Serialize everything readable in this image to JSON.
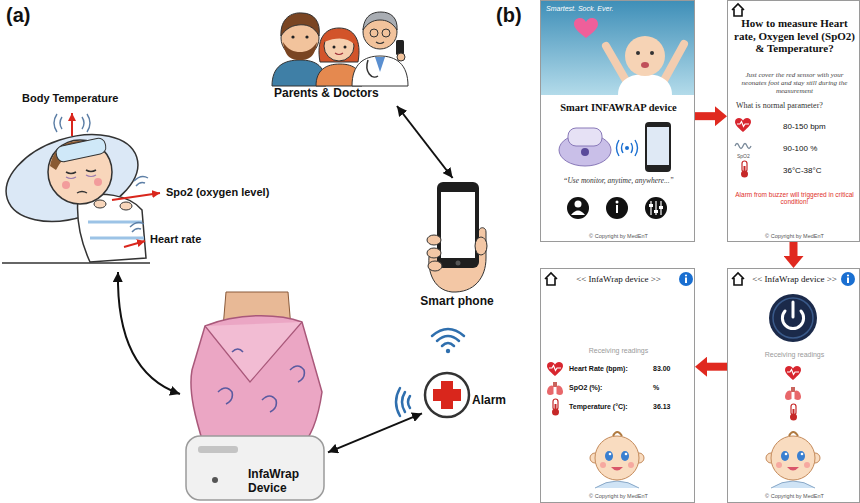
{
  "diagram": {
    "nodes": [
      {
        "text": [
          "Parents & Doctors"
        ]
      },
      {
        "text": [
          "Smart phone"
        ]
      },
      {
        "text": [
          "Alarm"
        ]
      },
      {
        "text": [
          "InfaWrap Device"
        ]
      },
      {
        "text": [
          "Smartest. Sock. Ever.",
          "Smart INFAWRAP device",
          "“Use monitor, anytime, anywhere...”",
          "© Copyright by MedEnT"
        ]
      },
      {
        "text": [
          "How to measure Heart rate, Oxygen level (SpO2) & Temperature?",
          "Just cover the red sensor with your neonates foot and stay still during the measurement",
          "What is normal parameter?",
          "80-150 bpm",
          "SpO2",
          "90-100 %",
          "36°C-38°C",
          "Alarm from buzzer will triggered in critical condition!",
          "© Copyright by MedEnT"
        ]
      },
      {
        "text": [
          "<< InfaWrap device >>",
          "Receiving readings",
          "© Copyright by MedEnT"
        ]
      },
      {
        "text": [
          "<< InfaWrap device >>",
          "Receiving readings",
          "Heart Rate (bpm):",
          "83.00",
          "SpO2 (%):",
          "%",
          "Temperature (°C):",
          "36.13",
          "© Copyright by MedEnT"
        ]
      }
    ],
    "edges": [
      {
        "from": 0,
        "to": 1,
        "arrow": "both"
      },
      {
        "from": 3,
        "to": 2,
        "arrow": "both"
      },
      {
        "from": 4,
        "to": 5,
        "arrow": "to"
      },
      {
        "from": 5,
        "to": 6,
        "arrow": "to"
      },
      {
        "from": 6,
        "to": 7,
        "arrow": "to"
      }
    ],
    "labels": [
      "(a)",
      "Body Temperature",
      "Spo2 (oxygen level)",
      "Heart rate",
      "(b)"
    ]
  }
}
